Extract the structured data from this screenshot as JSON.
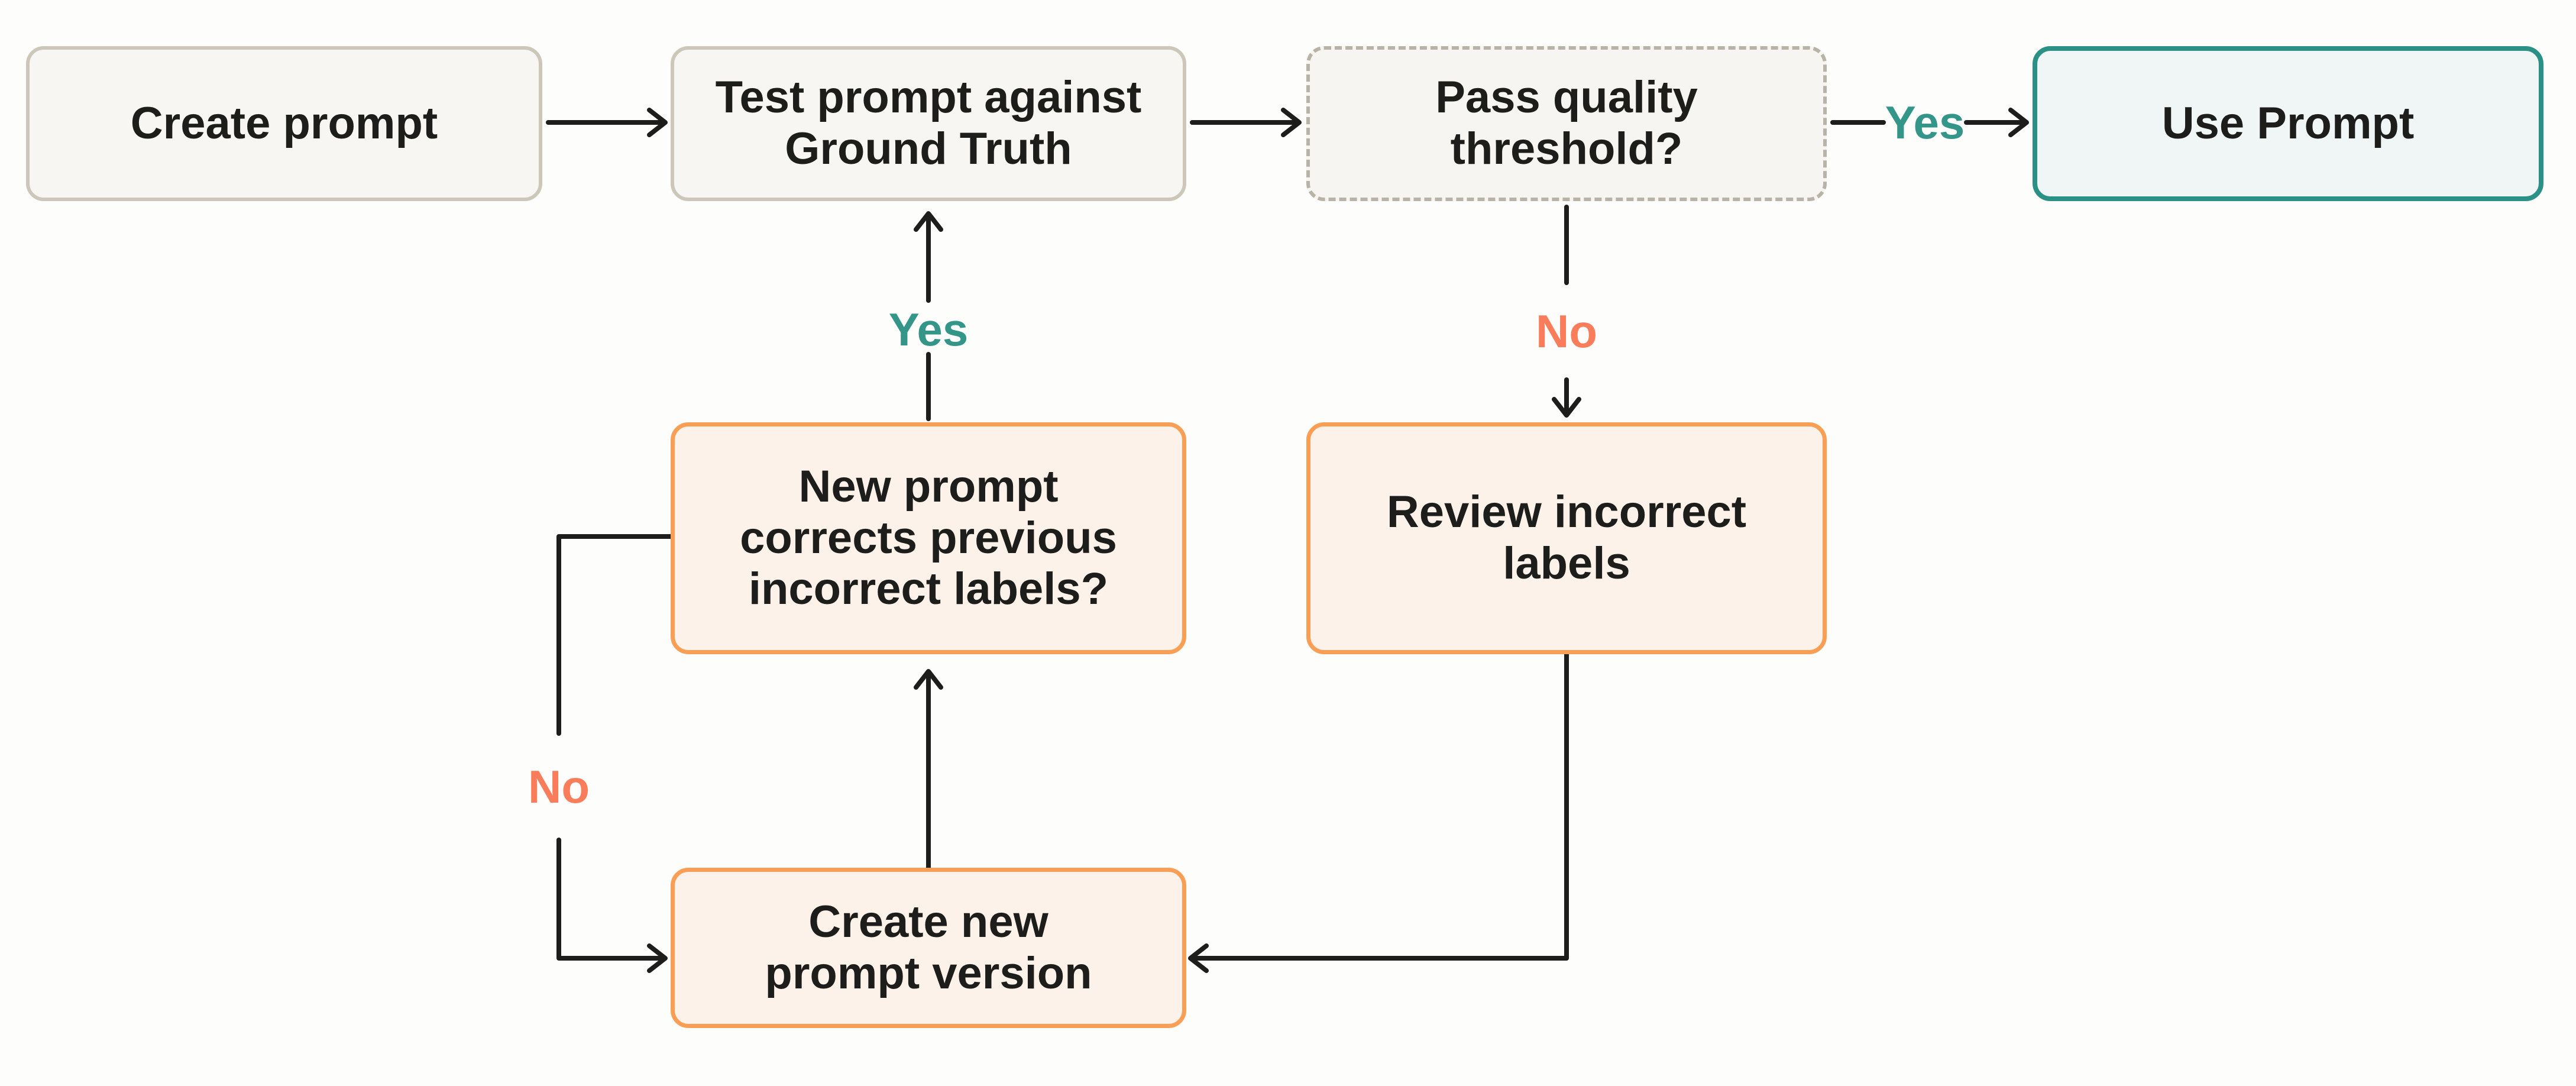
{
  "diagram": {
    "nodes": {
      "create_prompt": {
        "label": "Create prompt"
      },
      "test_prompt": {
        "label": "Test prompt against\nGround Truth"
      },
      "pass_quality": {
        "label": "Pass quality\nthreshold?"
      },
      "use_prompt": {
        "label": "Use Prompt"
      },
      "new_prompt_corrects": {
        "label": "New prompt\ncorrects previous\nincorrect labels?"
      },
      "review_incorrect": {
        "label": "Review incorrect\nlabels"
      },
      "create_new_version": {
        "label": "Create new\nprompt version"
      }
    },
    "edge_labels": {
      "yes_to_use": {
        "text": "Yes"
      },
      "yes_to_test": {
        "text": "Yes"
      },
      "no_to_review": {
        "text": "No"
      },
      "no_loop": {
        "text": "No"
      }
    },
    "colors": {
      "yes_label": "#339688",
      "no_label": "#f97c5b",
      "teal_border": "#2b9186",
      "orange_border": "#f99e55",
      "gray_border": "#cdc7ba",
      "dashed_border": "#b9b3a7",
      "arrow": "#1d1d1b",
      "background": "#fdfdfb"
    }
  }
}
